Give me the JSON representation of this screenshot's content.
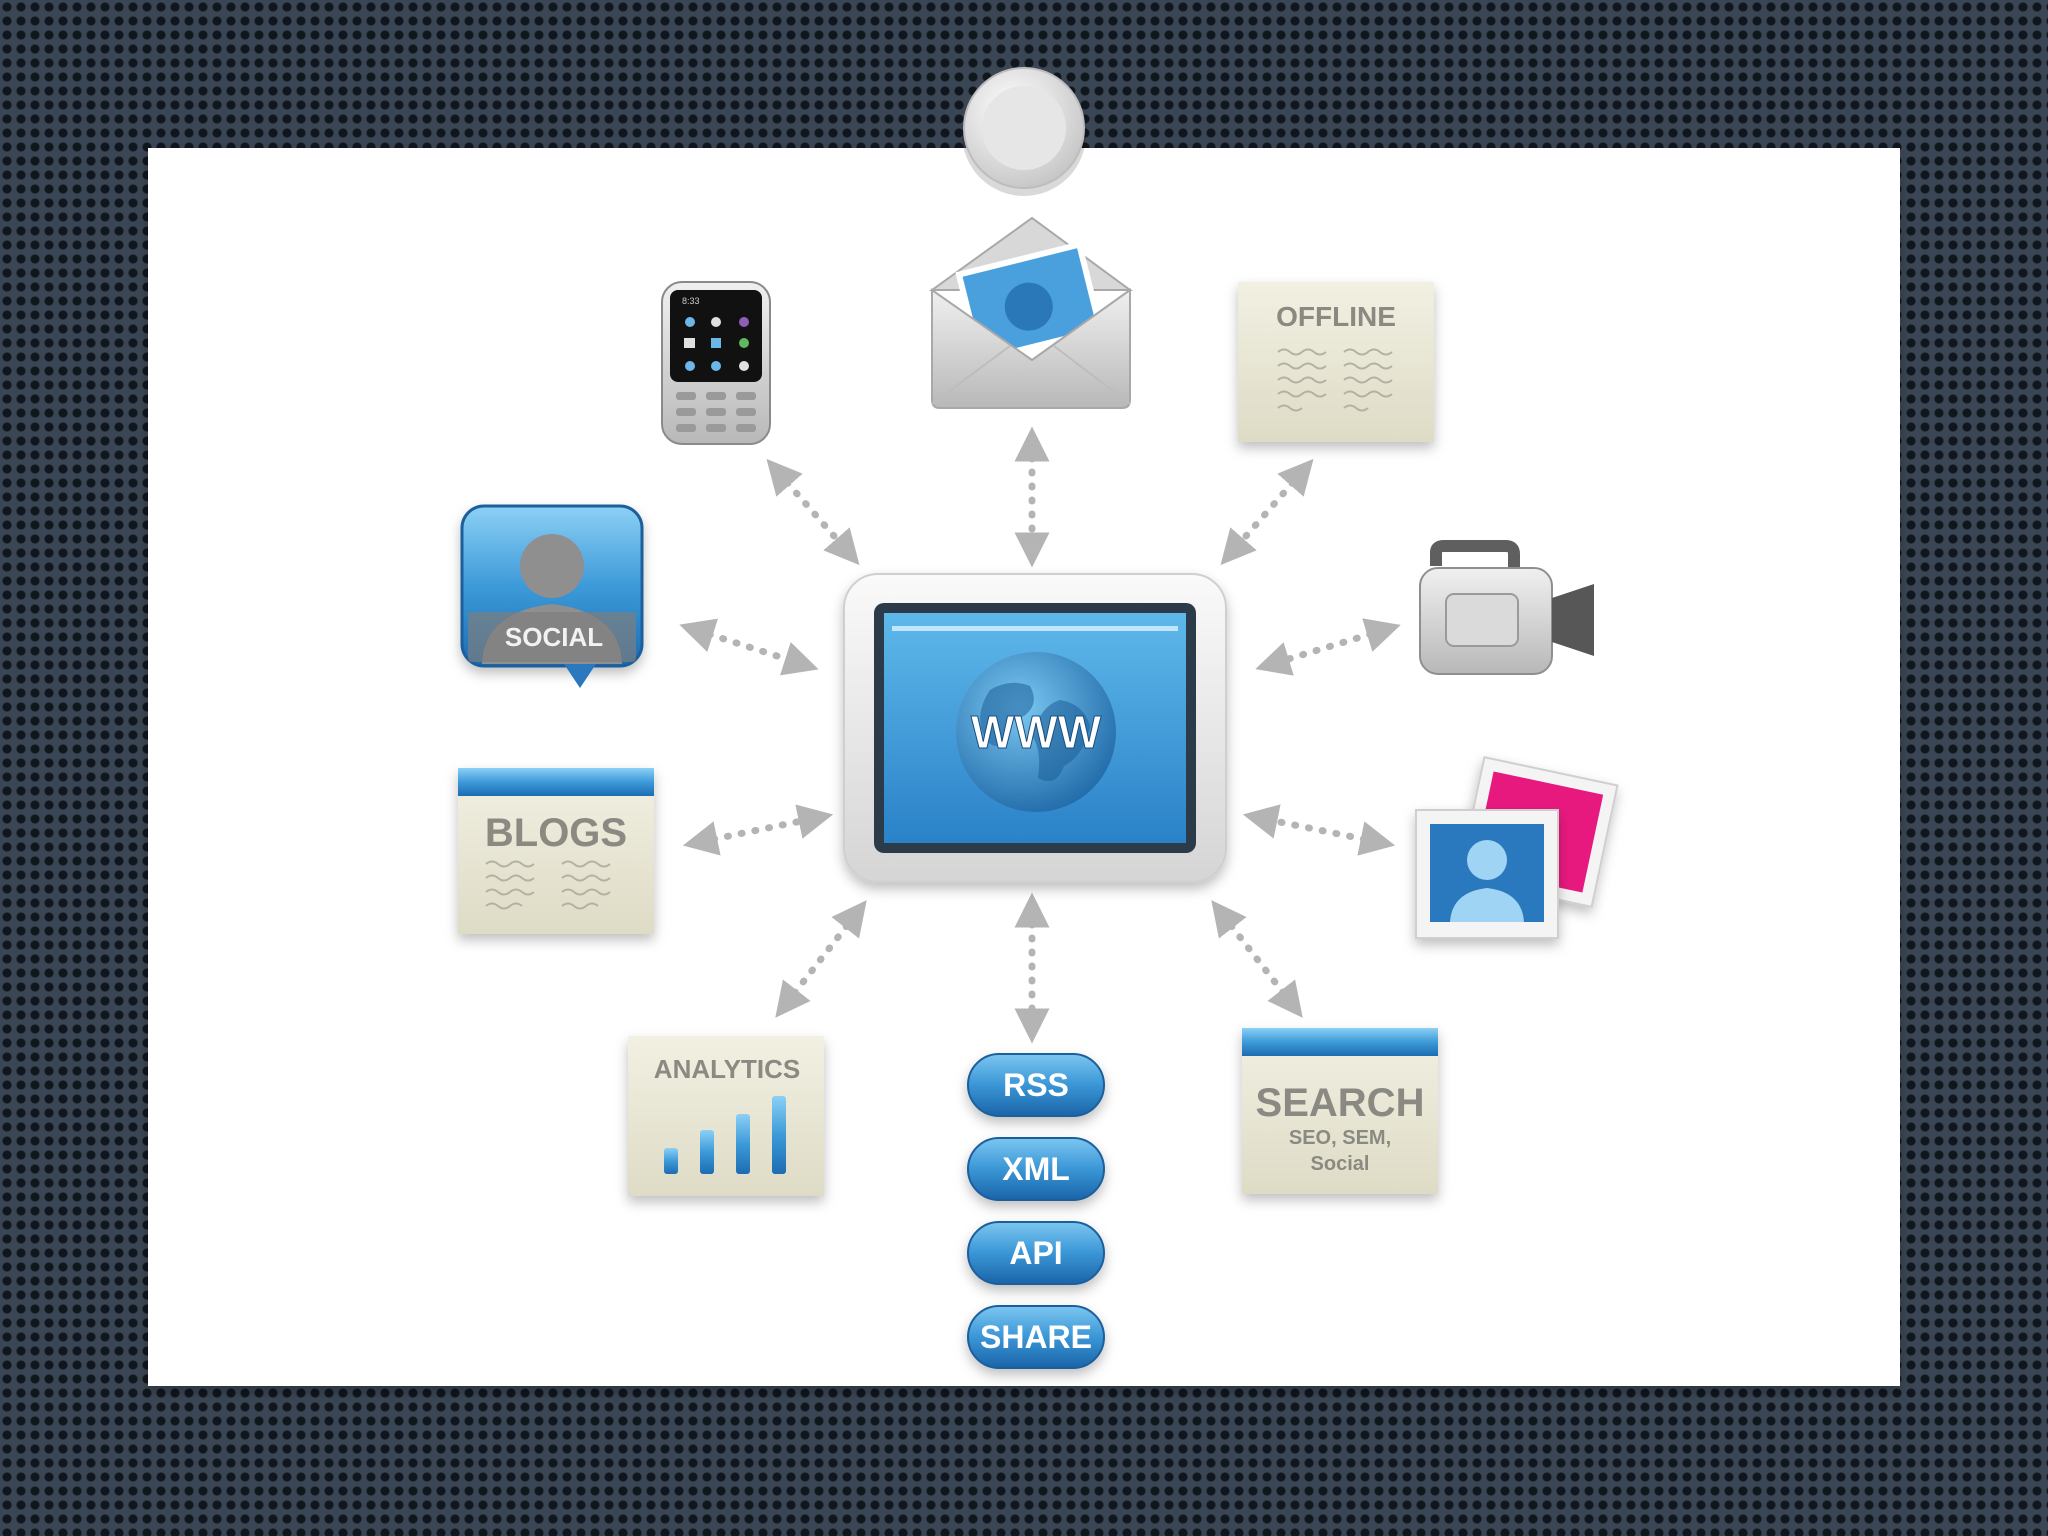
{
  "hub": {
    "label": "WWW"
  },
  "nodes": {
    "social": "SOCIAL",
    "blogs": "BLOGS",
    "offline": "OFFLINE",
    "analytics": "ANALYTICS",
    "search": {
      "title": "SEARCH",
      "line1": "SEO, SEM,",
      "line2": "Social"
    },
    "phone_time": "8:33"
  },
  "pills": [
    "RSS",
    "XML",
    "API",
    "SHARE"
  ],
  "colors": {
    "blue": "#3b8fd4",
    "blue_dark": "#1e6aad",
    "paper": "#e9e7d6",
    "photo_pink": "#e8197e",
    "arrow_gray": "#b4b4b4"
  },
  "icons": [
    "phone-icon",
    "envelope-icon",
    "offline-doc-icon",
    "social-avatar-icon",
    "blogs-doc-icon",
    "camera-icon",
    "photos-icon",
    "analytics-chart-icon",
    "search-doc-icon",
    "globe-icon",
    "pin-icon"
  ]
}
